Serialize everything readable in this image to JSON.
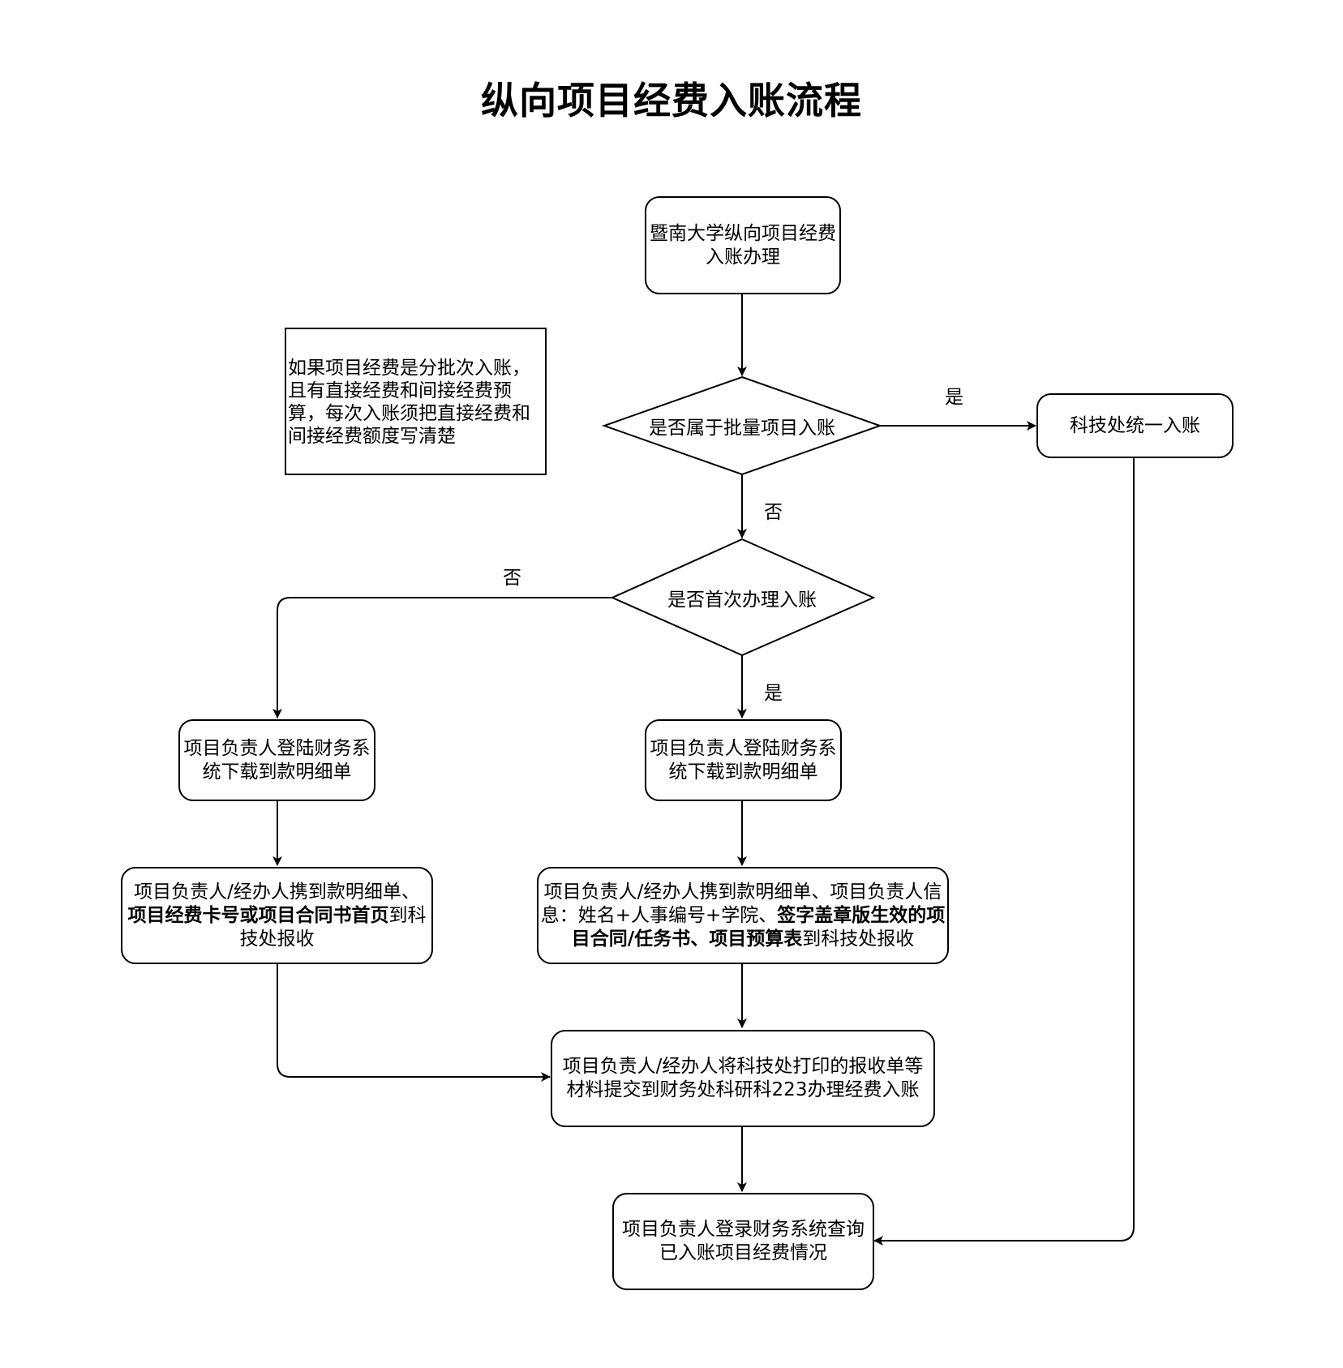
{
  "title": "纵向项目经费入账流程",
  "note": "如果项目经费是分批次入账，且有直接经费和间接经费预算，每次入账须把直接经费和间接经费额度写清楚",
  "nodes": {
    "start": "暨南大学纵向项目经费入账办理",
    "batch_decision": "是否属于批量项目入账",
    "keji_unified": "科技处统一入账",
    "first_decision": "是否首次办理入账",
    "login_download_left": "项目负责人登陆财务系统下载到款明细单",
    "login_download_right": "项目负责人登陆财务系统下载到款明细单",
    "left_submit": {
      "part1": "项目负责人/经办人携到款明细单、",
      "bold": "项目经费卡号或项目合同书首页",
      "part2": "到科技处报收"
    },
    "right_submit": {
      "part1": "项目负责人/经办人携到款明细单、项目负责人信息：姓名+人事编号+学院、",
      "bold": "签字盖章版生效的项目合同/任务书、项目预算表",
      "part2": "到科技处报收"
    },
    "finance_submit": "项目负责人/经办人将科技处打印的报收单等材料提交到财务处科研科223办理经费入账",
    "query": "项目负责人登录财务系统查询已入账项目经费情况"
  },
  "edge_labels": {
    "batch_yes": "是",
    "batch_no": "否",
    "first_no": "否",
    "first_yes": "是"
  }
}
